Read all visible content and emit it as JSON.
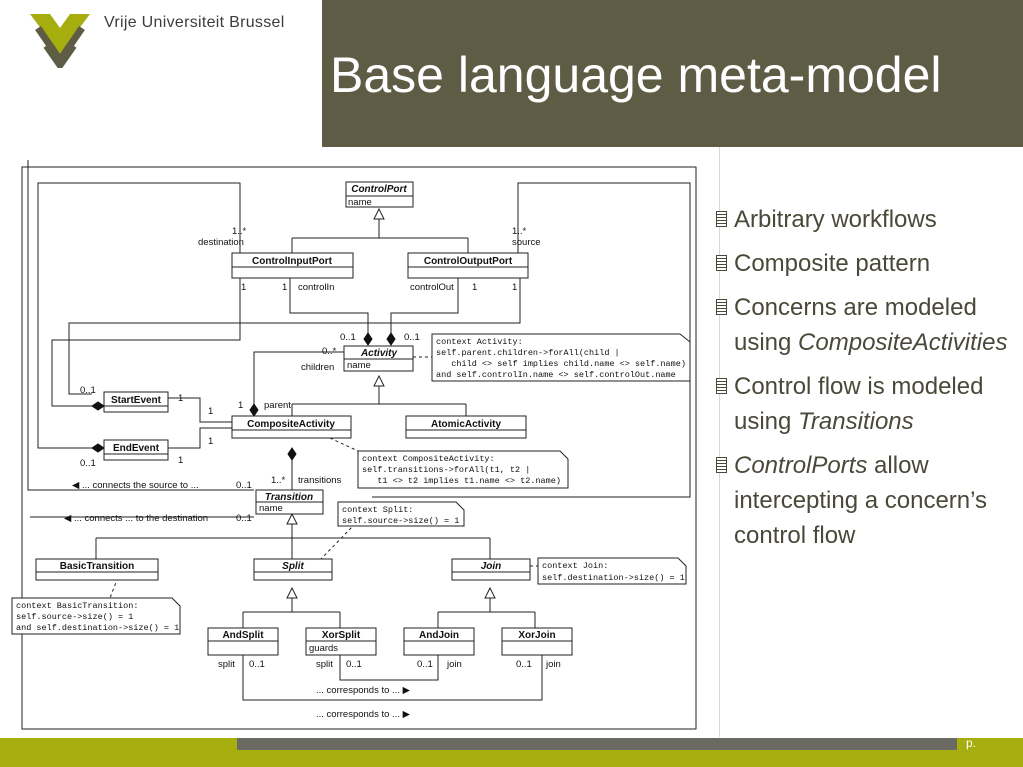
{
  "header": {
    "university": "Vrije Universiteit Brussel",
    "title": "Base language meta-model"
  },
  "colors": {
    "header_band": "#5e5c45",
    "bottom_band": "#a6ad0e",
    "bottom_gray": "#6a6a62",
    "bullet_text": "#4a4838"
  },
  "bullets": [
    {
      "parts": [
        {
          "text": "Arbitrary workflows",
          "italic": false
        }
      ]
    },
    {
      "parts": [
        {
          "text": "Composite pattern",
          "italic": false
        }
      ]
    },
    {
      "parts": [
        {
          "text": "Concerns are modeled using ",
          "italic": false
        },
        {
          "text": "CompositeActivities",
          "italic": true
        }
      ]
    },
    {
      "parts": [
        {
          "text": "Control flow is modeled using ",
          "italic": false
        },
        {
          "text": "Transitions",
          "italic": true
        }
      ]
    },
    {
      "parts": [
        {
          "text": "ControlPorts",
          "italic": true
        },
        {
          "text": " allow intercepting a concern’s control flow",
          "italic": false
        }
      ]
    }
  ],
  "footer": {
    "page": "p."
  },
  "diagram": {
    "classes": {
      "control_port": {
        "name": "ControlPort",
        "attr": "name"
      },
      "control_input_port": {
        "name": "ControlInputPort"
      },
      "control_output_port": {
        "name": "ControlOutputPort"
      },
      "activity": {
        "name": "Activity",
        "attr": "name"
      },
      "start_event": {
        "name": "StartEvent"
      },
      "end_event": {
        "name": "EndEvent"
      },
      "composite_activity": {
        "name": "CompositeActivity"
      },
      "atomic_activity": {
        "name": "AtomicActivity"
      },
      "transition": {
        "name": "Transition",
        "attr": "name"
      },
      "basic_transition": {
        "name": "BasicTransition"
      },
      "split": {
        "name": "Split"
      },
      "join": {
        "name": "Join"
      },
      "and_split": {
        "name": "AndSplit"
      },
      "xor_split": {
        "name": "XorSplit",
        "attr": "guards"
      },
      "and_join": {
        "name": "AndJoin"
      },
      "xor_join": {
        "name": "XorJoin"
      }
    },
    "labels": {
      "dest_mult": "1..*",
      "destination": "destination",
      "source_mult": "1..*",
      "source": "source",
      "in_one_a": "1",
      "in_one_b": "1",
      "control_in": "controlIn",
      "control_out": "controlOut",
      "out_one_a": "1",
      "out_one_b": "1",
      "act_zero_one_a": "0..1",
      "act_zero_one_b": "0..1",
      "children_mult": "0..*",
      "children": "children",
      "start_zero_one": "0..1",
      "start_one": "1",
      "start_one_b": "1",
      "parent_one": "1",
      "parent": "parent",
      "end_one": "1",
      "end_one_b": "1",
      "end_zero_one": "0..1",
      "trans_mult": "1..*",
      "transitions": "transitions",
      "connects_source": "◀ ... connects the source to ...",
      "connects_source_mult": "0..1",
      "connects_dest": "◀ ... connects ... to the destination",
      "connects_dest_mult": "0..1",
      "split_a": "split",
      "split_a_mult": "0..1",
      "split_b": "split",
      "split_b_mult": "0..1",
      "join_a_mult": "0..1",
      "join_a": "join",
      "join_b_mult": "0..1",
      "join_b": "join",
      "corresponds_1": "... corresponds to ... ▶",
      "corresponds_2": "... corresponds to ... ▶"
    },
    "notes": {
      "activity": [
        "context Activity:",
        "self.parent.children->forAll(child |",
        "   child <> self implies child.name <> self.name)",
        "and self.controlIn.name <> self.controlOut.name"
      ],
      "composite": [
        "context CompositeActivity:",
        "self.transitions->forAll(t1, t2 |",
        "   t1 <> t2 implies t1.name <> t2.name)"
      ],
      "split": [
        "context Split:",
        "self.source->size() = 1"
      ],
      "join": [
        "context Join:",
        "self.destination->size() = 1"
      ],
      "basic": [
        "context BasicTransition:",
        "self.source->size() = 1",
        "and self.destination->size() = 1"
      ]
    }
  }
}
